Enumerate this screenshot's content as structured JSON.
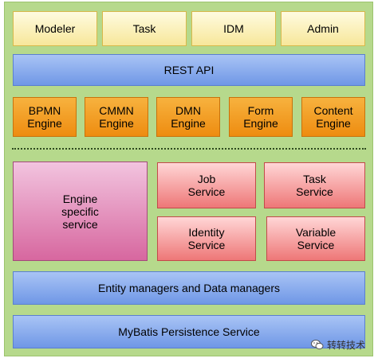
{
  "apps": [
    "Modeler",
    "Task",
    "IDM",
    "Admin"
  ],
  "rest_api": "REST API",
  "engines": [
    "BPMN\nEngine",
    "CMMN\nEngine",
    "DMN\nEngine",
    "Form\nEngine",
    "Content\nEngine"
  ],
  "engine_specific_service": "Engine\nspecific\nservice",
  "services": {
    "job": "Job\nService",
    "task": "Task\nService",
    "identity": "Identity\nService",
    "variable": "Variable\nService"
  },
  "entity_managers": "Entity managers and Data managers",
  "mybatis": "MyBatis Persistence Service",
  "watermark": "转转技术",
  "colors": {
    "background": "#b6d98c",
    "app_layer": "#f7e79a",
    "api_layer": "#6f97e6",
    "engine_layer": "#ee8c10",
    "service_layer": "#ee7777",
    "engine_specific": "#d7679f"
  }
}
